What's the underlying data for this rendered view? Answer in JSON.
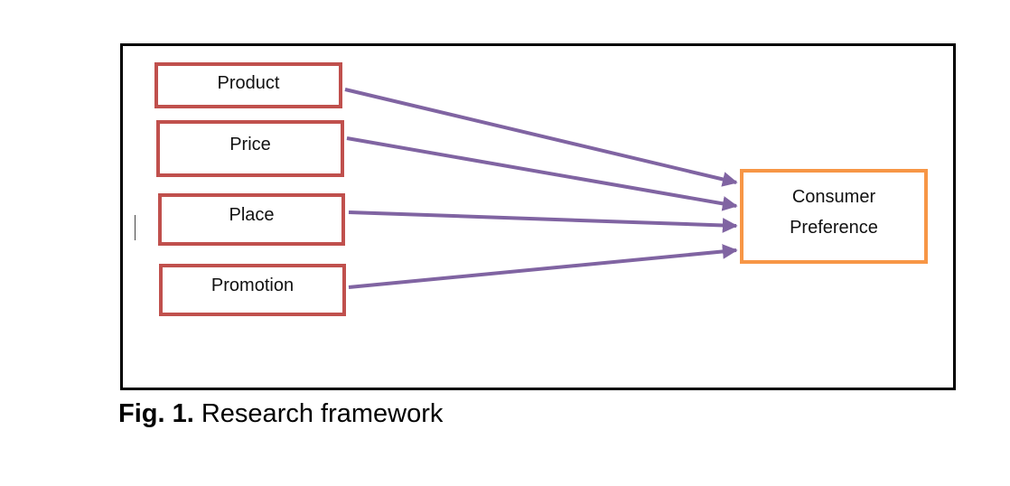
{
  "diagram": {
    "factors": [
      {
        "id": "product",
        "label": "Product"
      },
      {
        "id": "price",
        "label": "Price"
      },
      {
        "id": "place",
        "label": "Place"
      },
      {
        "id": "promotion",
        "label": "Promotion"
      }
    ],
    "outcome": {
      "line1": "Consumer",
      "line2": "Preference"
    },
    "edges": [
      {
        "from": "Product",
        "to": "Consumer Preference"
      },
      {
        "from": "Price",
        "to": "Consumer Preference"
      },
      {
        "from": "Place",
        "to": "Consumer Preference"
      },
      {
        "from": "Promotion",
        "to": "Consumer Preference"
      }
    ]
  },
  "caption": {
    "label": "Fig. 1.",
    "text": "Research framework"
  },
  "colors": {
    "factor_border": "#c0504d",
    "outcome_border": "#f79646",
    "arrow": "#8064a2",
    "frame": "#000000"
  }
}
